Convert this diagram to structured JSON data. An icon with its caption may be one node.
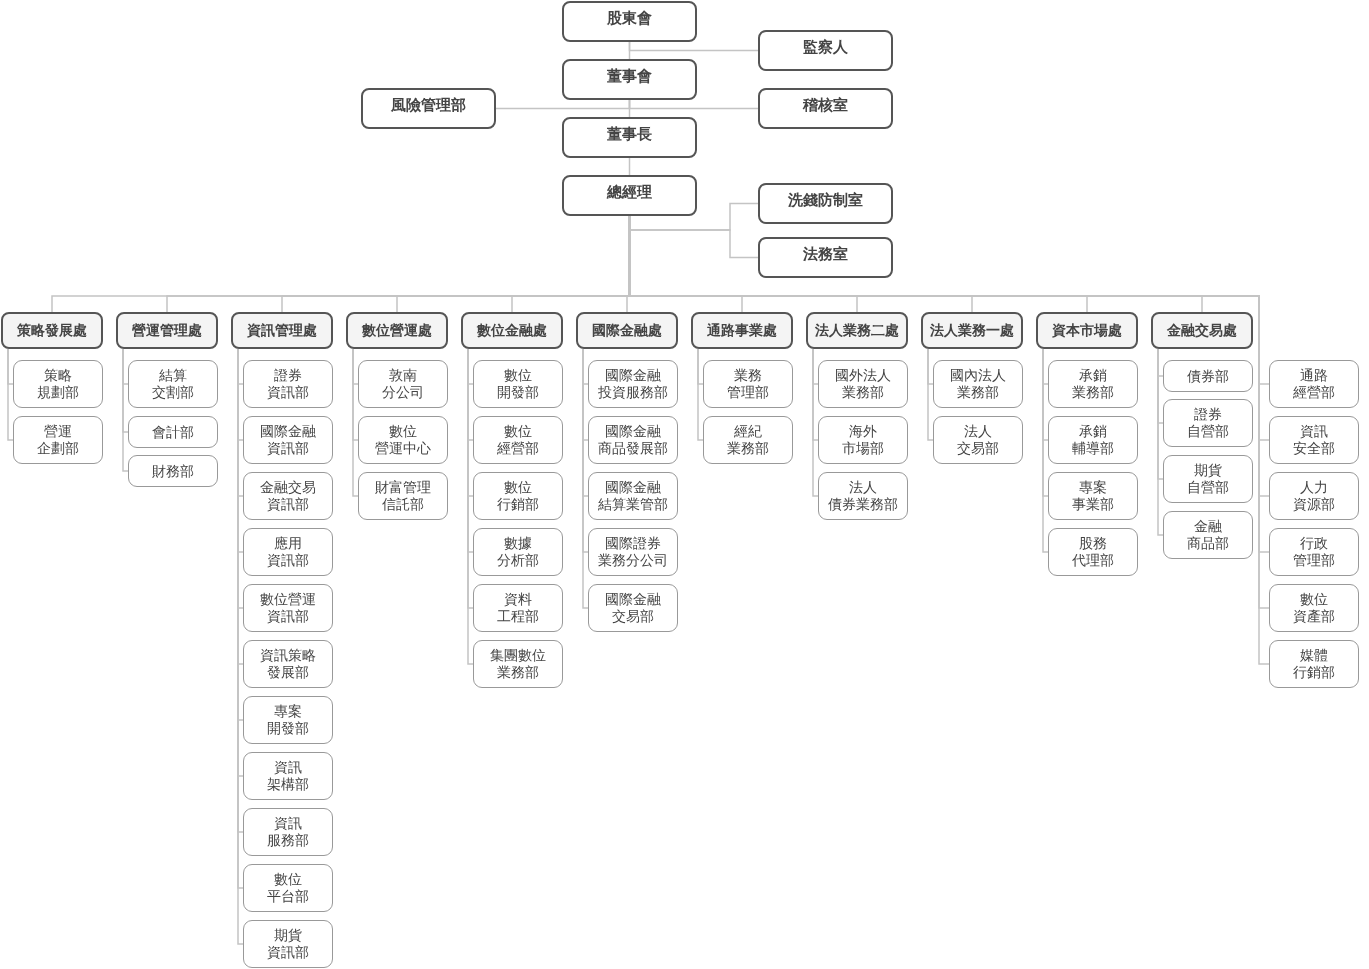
{
  "diagram": {
    "nodes": [
      {
        "text": [
          "股東會"
        ]
      },
      {
        "text": [
          "監察人"
        ]
      },
      {
        "text": [
          "董事會"
        ]
      },
      {
        "text": [
          "風險管理部"
        ]
      },
      {
        "text": [
          "稽核室"
        ]
      },
      {
        "text": [
          "董事長"
        ]
      },
      {
        "text": [
          "總經理"
        ]
      },
      {
        "text": [
          "洗錢防制室"
        ]
      },
      {
        "text": [
          "法務室"
        ]
      },
      {
        "text": [
          "策略發展處"
        ]
      },
      {
        "text": [
          "營運管理處"
        ]
      },
      {
        "text": [
          "資訊管理處"
        ]
      },
      {
        "text": [
          "數位營運處"
        ]
      },
      {
        "text": [
          "數位金融處"
        ]
      },
      {
        "text": [
          "國際金融處"
        ]
      },
      {
        "text": [
          "通路事業處"
        ]
      },
      {
        "text": [
          "法人業務二處"
        ]
      },
      {
        "text": [
          "法人業務一處"
        ]
      },
      {
        "text": [
          "資本市場處"
        ]
      },
      {
        "text": [
          "金融交易處"
        ]
      },
      {
        "text": [
          "策略規劃部"
        ]
      },
      {
        "text": [
          "營運企劃部"
        ]
      },
      {
        "text": [
          "結算交割部"
        ]
      },
      {
        "text": [
          "會計部"
        ]
      },
      {
        "text": [
          "財務部"
        ]
      },
      {
        "text": [
          "證券資訊部"
        ]
      },
      {
        "text": [
          "國際金融資訊部"
        ]
      },
      {
        "text": [
          "金融交易資訊部"
        ]
      },
      {
        "text": [
          "應用資訊部"
        ]
      },
      {
        "text": [
          "數位營運資訊部"
        ]
      },
      {
        "text": [
          "資訊策略發展部"
        ]
      },
      {
        "text": [
          "專案開發部"
        ]
      },
      {
        "text": [
          "資訊架構部"
        ]
      },
      {
        "text": [
          "資訊服務部"
        ]
      },
      {
        "text": [
          "數位平台部"
        ]
      },
      {
        "text": [
          "期貨資訊部"
        ]
      },
      {
        "text": [
          "敦南分公司"
        ]
      },
      {
        "text": [
          "數位營運中心"
        ]
      },
      {
        "text": [
          "財富管理信託部"
        ]
      },
      {
        "text": [
          "數位開發部"
        ]
      },
      {
        "text": [
          "數位經營部"
        ]
      },
      {
        "text": [
          "數位行銷部"
        ]
      },
      {
        "text": [
          "數據分析部"
        ]
      },
      {
        "text": [
          "資料工程部"
        ]
      },
      {
        "text": [
          "集團數位業務部"
        ]
      },
      {
        "text": [
          "國際金融投資服務部"
        ]
      },
      {
        "text": [
          "國際金融商品發展部"
        ]
      },
      {
        "text": [
          "國際金融結算業管部"
        ]
      },
      {
        "text": [
          "國際證券業務分公司"
        ]
      },
      {
        "text": [
          "國際金融交易部"
        ]
      },
      {
        "text": [
          "業務管理部"
        ]
      },
      {
        "text": [
          "經紀業務部"
        ]
      },
      {
        "text": [
          "國外法人業務部"
        ]
      },
      {
        "text": [
          "海外市場部"
        ]
      },
      {
        "text": [
          "法人債券業務部"
        ]
      },
      {
        "text": [
          "國內法人業務部"
        ]
      },
      {
        "text": [
          "法人交易部"
        ]
      },
      {
        "text": [
          "承銷業務部"
        ]
      },
      {
        "text": [
          "承銷輔導部"
        ]
      },
      {
        "text": [
          "專案事業部"
        ]
      },
      {
        "text": [
          "股務代理部"
        ]
      },
      {
        "text": [
          "債券部"
        ]
      },
      {
        "text": [
          "證券自營部"
        ]
      },
      {
        "text": [
          "期貨自營部"
        ]
      },
      {
        "text": [
          "金融商品部"
        ]
      },
      {
        "text": [
          "通路經營部"
        ]
      },
      {
        "text": [
          "資訊安全部"
        ]
      },
      {
        "text": [
          "人力資源部"
        ]
      },
      {
        "text": [
          "行政管理部"
        ]
      },
      {
        "text": [
          "數位資產部"
        ]
      },
      {
        "text": [
          "媒體行銷部"
        ]
      }
    ],
    "edges": [
      {
        "from": 0,
        "to": 1,
        "arrow": "none"
      },
      {
        "from": 0,
        "to": 2,
        "arrow": "none"
      },
      {
        "from": 2,
        "to": 3,
        "arrow": "none"
      },
      {
        "from": 2,
        "to": 4,
        "arrow": "none"
      },
      {
        "from": 2,
        "to": 5,
        "arrow": "none"
      },
      {
        "from": 5,
        "to": 6,
        "arrow": "none"
      },
      {
        "from": 6,
        "to": 7,
        "arrow": "none"
      },
      {
        "from": 6,
        "to": 8,
        "arrow": "none"
      },
      {
        "from": 6,
        "to": 9,
        "arrow": "none"
      },
      {
        "from": 6,
        "to": 10,
        "arrow": "none"
      },
      {
        "from": 6,
        "to": 11,
        "arrow": "none"
      },
      {
        "from": 6,
        "to": 12,
        "arrow": "none"
      },
      {
        "from": 6,
        "to": 13,
        "arrow": "none"
      },
      {
        "from": 6,
        "to": 14,
        "arrow": "none"
      },
      {
        "from": 6,
        "to": 15,
        "arrow": "none"
      },
      {
        "from": 6,
        "to": 16,
        "arrow": "none"
      },
      {
        "from": 6,
        "to": 17,
        "arrow": "none"
      },
      {
        "from": 6,
        "to": 18,
        "arrow": "none"
      },
      {
        "from": 6,
        "to": 19,
        "arrow": "none"
      },
      {
        "from": 9,
        "to": 20,
        "arrow": "none"
      },
      {
        "from": 9,
        "to": 21,
        "arrow": "none"
      },
      {
        "from": 10,
        "to": 22,
        "arrow": "none"
      },
      {
        "from": 10,
        "to": 23,
        "arrow": "none"
      },
      {
        "from": 10,
        "to": 24,
        "arrow": "none"
      },
      {
        "from": 11,
        "to": 25,
        "arrow": "none"
      },
      {
        "from": 11,
        "to": 26,
        "arrow": "none"
      },
      {
        "from": 11,
        "to": 27,
        "arrow": "none"
      },
      {
        "from": 11,
        "to": 28,
        "arrow": "none"
      },
      {
        "from": 11,
        "to": 29,
        "arrow": "none"
      },
      {
        "from": 11,
        "to": 30,
        "arrow": "none"
      },
      {
        "from": 11,
        "to": 31,
        "arrow": "none"
      },
      {
        "from": 11,
        "to": 32,
        "arrow": "none"
      },
      {
        "from": 11,
        "to": 33,
        "arrow": "none"
      },
      {
        "from": 11,
        "to": 34,
        "arrow": "none"
      },
      {
        "from": 11,
        "to": 35,
        "arrow": "none"
      },
      {
        "from": 12,
        "to": 36,
        "arrow": "none"
      },
      {
        "from": 12,
        "to": 37,
        "arrow": "none"
      },
      {
        "from": 12,
        "to": 38,
        "arrow": "none"
      },
      {
        "from": 13,
        "to": 39,
        "arrow": "none"
      },
      {
        "from": 13,
        "to": 40,
        "arrow": "none"
      },
      {
        "from": 13,
        "to": 41,
        "arrow": "none"
      },
      {
        "from": 13,
        "to": 42,
        "arrow": "none"
      },
      {
        "from": 13,
        "to": 43,
        "arrow": "none"
      },
      {
        "from": 13,
        "to": 44,
        "arrow": "none"
      },
      {
        "from": 14,
        "to": 45,
        "arrow": "none"
      },
      {
        "from": 14,
        "to": 46,
        "arrow": "none"
      },
      {
        "from": 14,
        "to": 47,
        "arrow": "none"
      },
      {
        "from": 14,
        "to": 48,
        "arrow": "none"
      },
      {
        "from": 14,
        "to": 49,
        "arrow": "none"
      },
      {
        "from": 15,
        "to": 50,
        "arrow": "none"
      },
      {
        "from": 15,
        "to": 51,
        "arrow": "none"
      },
      {
        "from": 16,
        "to": 52,
        "arrow": "none"
      },
      {
        "from": 16,
        "to": 53,
        "arrow": "none"
      },
      {
        "from": 16,
        "to": 54,
        "arrow": "none"
      },
      {
        "from": 17,
        "to": 55,
        "arrow": "none"
      },
      {
        "from": 17,
        "to": 56,
        "arrow": "none"
      },
      {
        "from": 18,
        "to": 57,
        "arrow": "none"
      },
      {
        "from": 18,
        "to": 58,
        "arrow": "none"
      },
      {
        "from": 18,
        "to": 59,
        "arrow": "none"
      },
      {
        "from": 18,
        "to": 60,
        "arrow": "none"
      },
      {
        "from": 19,
        "to": 61,
        "arrow": "none"
      },
      {
        "from": 19,
        "to": 62,
        "arrow": "none"
      },
      {
        "from": 19,
        "to": 63,
        "arrow": "none"
      },
      {
        "from": 19,
        "to": 64,
        "arrow": "none"
      },
      {
        "from": 6,
        "to": 65,
        "arrow": "none"
      },
      {
        "from": 6,
        "to": 66,
        "arrow": "none"
      },
      {
        "from": 6,
        "to": 67,
        "arrow": "none"
      },
      {
        "from": 6,
        "to": 68,
        "arrow": "none"
      },
      {
        "from": 6,
        "to": 69,
        "arrow": "none"
      },
      {
        "from": 6,
        "to": 70,
        "arrow": "none"
      }
    ]
  }
}
